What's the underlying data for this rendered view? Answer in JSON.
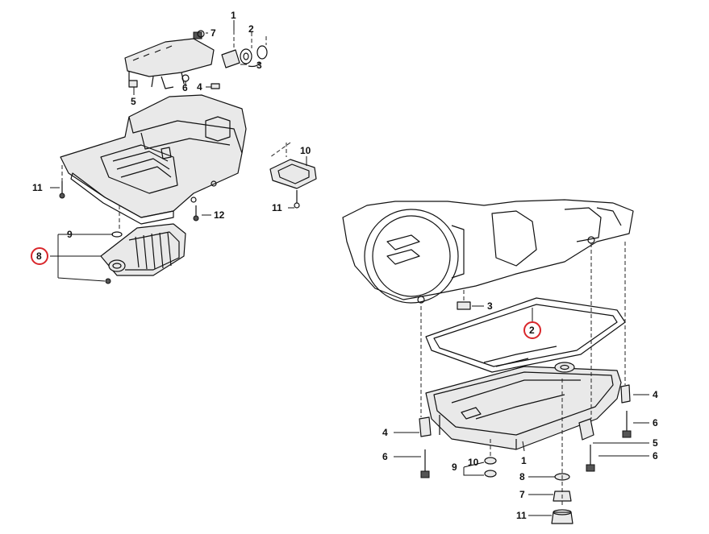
{
  "diagram": {
    "upper_left_labels": {
      "l1": "1",
      "l2": "2",
      "l3": "3",
      "l4": "4",
      "l5": "5",
      "l6": "6",
      "l7": "7",
      "l8": "8",
      "l9": "9",
      "l10": "10",
      "l11a": "11",
      "l11b": "11",
      "l12": "12"
    },
    "right_labels": {
      "r1": "1",
      "r2": "2",
      "r3": "3",
      "r4a": "4",
      "r4b": "4",
      "r5": "5",
      "r6a": "6",
      "r6b": "6",
      "r6c": "6",
      "r7": "7",
      "r8": "8",
      "r9": "9",
      "r10": "10",
      "r11": "11"
    },
    "highlighted_callouts": [
      "8",
      "2"
    ],
    "highlight_color": "#d9262b"
  }
}
